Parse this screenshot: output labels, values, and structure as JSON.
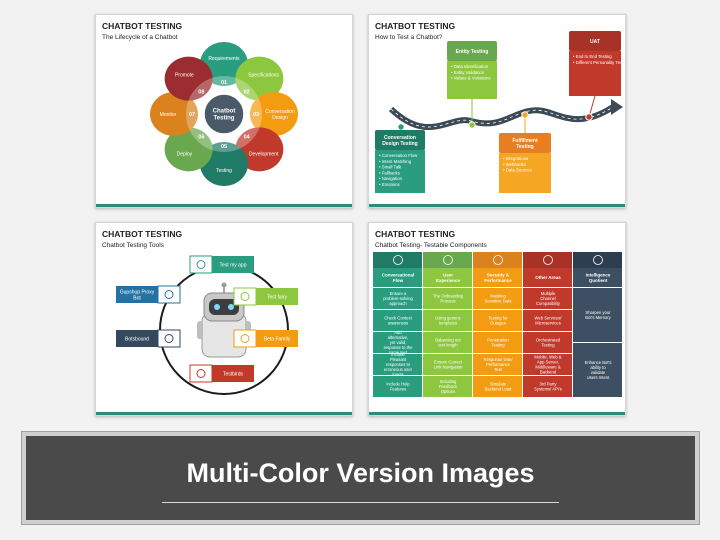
{
  "slide1": {
    "title": "CHATBOT TESTING",
    "subtitle": "The Lifecycle of a Chatbot",
    "center": "Chatbot Testing",
    "petals": [
      {
        "num": "01",
        "label": "Requirements",
        "color": "#2a9d7f"
      },
      {
        "num": "02",
        "label": "Specifications",
        "color": "#8dc63f"
      },
      {
        "num": "03",
        "label": "Conversation Design",
        "color": "#f39c12"
      },
      {
        "num": "04",
        "label": "Development",
        "color": "#c0392b"
      },
      {
        "num": "05",
        "label": "Testing",
        "color": "#1f7a66"
      },
      {
        "num": "06",
        "label": "Deploy",
        "color": "#6aa84f"
      },
      {
        "num": "07",
        "label": "Monitor",
        "color": "#d9821e"
      },
      {
        "num": "08",
        "label": "Promote",
        "color": "#9b2d30"
      }
    ]
  },
  "slide2": {
    "title": "CHATBOT TESTING",
    "subtitle": "How to Test a Chatbot?",
    "boxes": [
      {
        "heading": "Conversation Design Testing",
        "items": [
          "Conversation Flow",
          "Intent Matching",
          "Small Talk",
          "Fallbacks",
          "Navigation",
          "Emotions"
        ],
        "head_color": "#1f7a66",
        "body_color": "#2a9d7f"
      },
      {
        "heading": "Entity Testing",
        "items": [
          "Data Identification",
          "Entity Validation",
          "Values & Variations"
        ],
        "head_color": "#6aa84f",
        "body_color": "#8dc63f"
      },
      {
        "heading": "Fulfillment Testing",
        "items": [
          "Integrations",
          "Webhooks",
          "Data Sources"
        ],
        "head_color": "#e67e22",
        "body_color": "#f5a623"
      },
      {
        "heading": "UAT",
        "items": [
          "End to End Testing",
          "Different Personality Tests"
        ],
        "head_color": "#a93226",
        "body_color": "#c0392b"
      }
    ]
  },
  "slide3": {
    "title": "CHATBOT TESTING",
    "subtitle": "Chatbot Testing Tools",
    "tools": [
      {
        "label": "Test my app",
        "color": "#2a9d7f"
      },
      {
        "label": "Test fairy",
        "color": "#8dc63f"
      },
      {
        "label": "Beta Family",
        "color": "#f39c12"
      },
      {
        "label": "Testbirds",
        "color": "#c0392b"
      },
      {
        "label": "Botsbound",
        "color": "#34495e"
      },
      {
        "label": "Gupshup Proxy Bot",
        "color": "#2471a3"
      }
    ]
  },
  "slide4": {
    "title": "CHATBOT TESTING",
    "subtitle": "Chatbot Testing- Testable Components",
    "columns": [
      {
        "header": "Conversational Flow",
        "color": "#2a9d7f",
        "head": "#1f7a66",
        "cells": [
          "Ensure a problem-solving approach",
          "Check Context awareness",
          "Add alternative, yet valid, response to the same text",
          "Include Pleasant responses to erroneous user inputs",
          "Include Help Features"
        ]
      },
      {
        "header": "User Experience",
        "color": "#8dc63f",
        "head": "#6aa84f",
        "cells": [
          "The Onboarding Process",
          "Using generic templates",
          "Balancing out text length",
          "Ensure Correct Link Navigation",
          "Including Feedback Options"
        ]
      },
      {
        "header": "Security & Performance",
        "color": "#f39c12",
        "head": "#d9821e",
        "cells": [
          "Masking Sensitive Data",
          "Testing for Outages",
          "Penetration Testing",
          "Response time/ Performance Test",
          "Simulate Backend Load"
        ]
      },
      {
        "header": "Other Areas",
        "color": "#c0392b",
        "head": "#a93226",
        "cells": [
          "Multiple Channel Compatibility",
          "Web Services/ Microservices",
          "Orchestrated Testing",
          "Mobile, Web & App Server, Middleware & Backend",
          "3rd Party Systems/ API's"
        ]
      },
      {
        "header": "Intelligence Quotient",
        "color": "#3d4f63",
        "head": "#2c3e50",
        "cells": [
          "Sharpen your Bot's Memory",
          "Enhance Bot's ability to validate Users Intent"
        ]
      }
    ]
  },
  "banner": {
    "title": "Multi-Color Version Images"
  }
}
